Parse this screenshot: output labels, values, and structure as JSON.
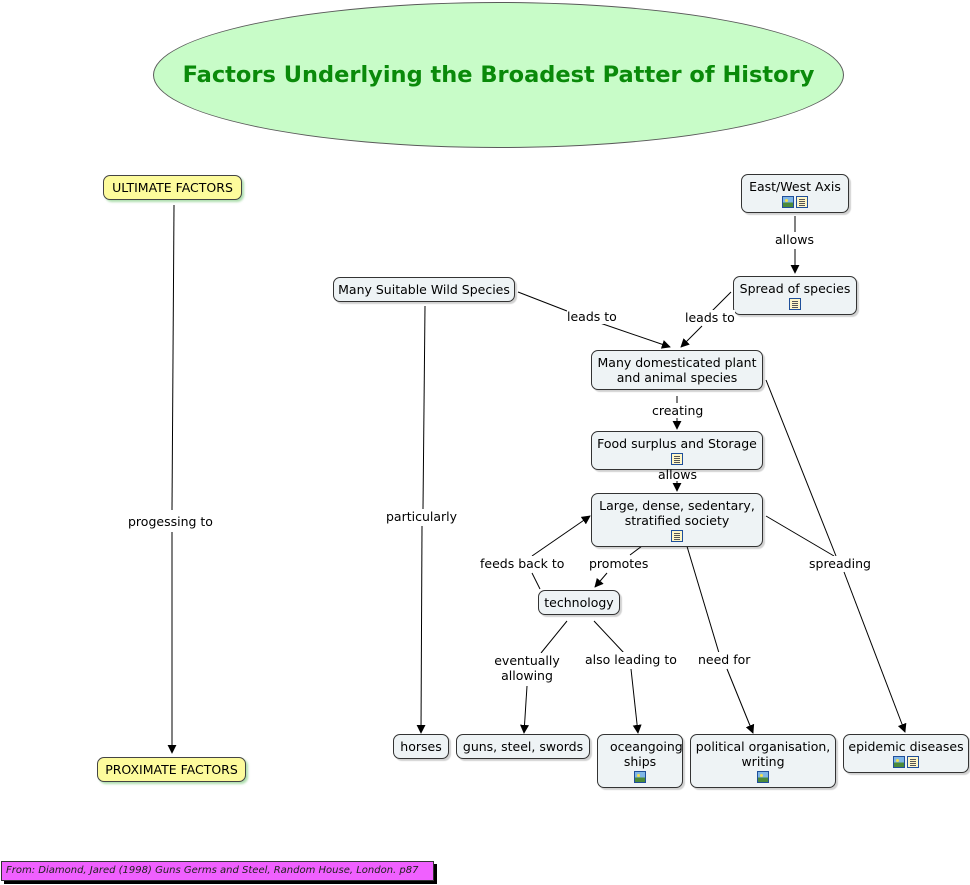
{
  "title": "Factors Underlying the Broadest Patter of History",
  "nodes": {
    "ultimate": "ULTIMATE FACTORS",
    "proximate": "PROXIMATE FACTORS",
    "east_west": "East/West Axis",
    "many_wild": "Many Suitable Wild Species",
    "spread": "Spread of species",
    "domesticated": "Many domesticated plant and animal species",
    "food": "Food surplus and Storage",
    "society": "Large, dense, sedentary, stratified society",
    "technology": "technology",
    "horses": "horses",
    "guns": "guns, steel, swords",
    "ships": "oceangoing ships",
    "political": "political organisation, writing",
    "epidemic": "epidemic diseases"
  },
  "links": {
    "progressing": "progessing to",
    "allows_1": "allows",
    "leads_1": "leads to",
    "leads_2": "leads to",
    "creating": "creating",
    "allows_2": "allows",
    "particularly": "particularly",
    "feeds_back": "feeds back to",
    "promotes": "promotes",
    "spreading": "spreading",
    "eventually": "eventually allowing",
    "also_leading": "also leading to",
    "need_for": "need for"
  },
  "resource_icons": {
    "east_west": [
      "image-icon",
      "document-icon"
    ],
    "spread": [
      "document-icon"
    ],
    "food": [
      "document-icon"
    ],
    "society": [
      "document-icon"
    ],
    "ships": [
      "image-icon"
    ],
    "political": [
      "image-icon"
    ],
    "epidemic": [
      "image-icon",
      "document-icon"
    ]
  },
  "citation": "From: Diamond, Jared (1998) Guns Germs and Steel, Random House, London. p87",
  "colors": {
    "title_fill": "#c8fcc8",
    "title_text": "#0a8a0a",
    "factor_fill": "#fdfb9c",
    "concept_fill": "#eef3f5",
    "citation_fill": "#f060ff"
  }
}
